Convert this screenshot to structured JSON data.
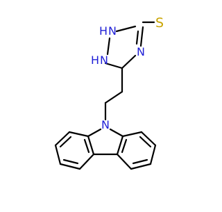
{
  "molecule": {
    "atom_labels": {
      "thiol_s": "S",
      "n1": "N",
      "n1_h": "H",
      "n2": "N",
      "n2_h": "H",
      "n4": "N",
      "carbazole_n": "N"
    },
    "colors": {
      "nitrogen": "#1f1fd6",
      "sulfur": "#c9a400",
      "bond": "#000000",
      "background": "#ffffff"
    }
  }
}
